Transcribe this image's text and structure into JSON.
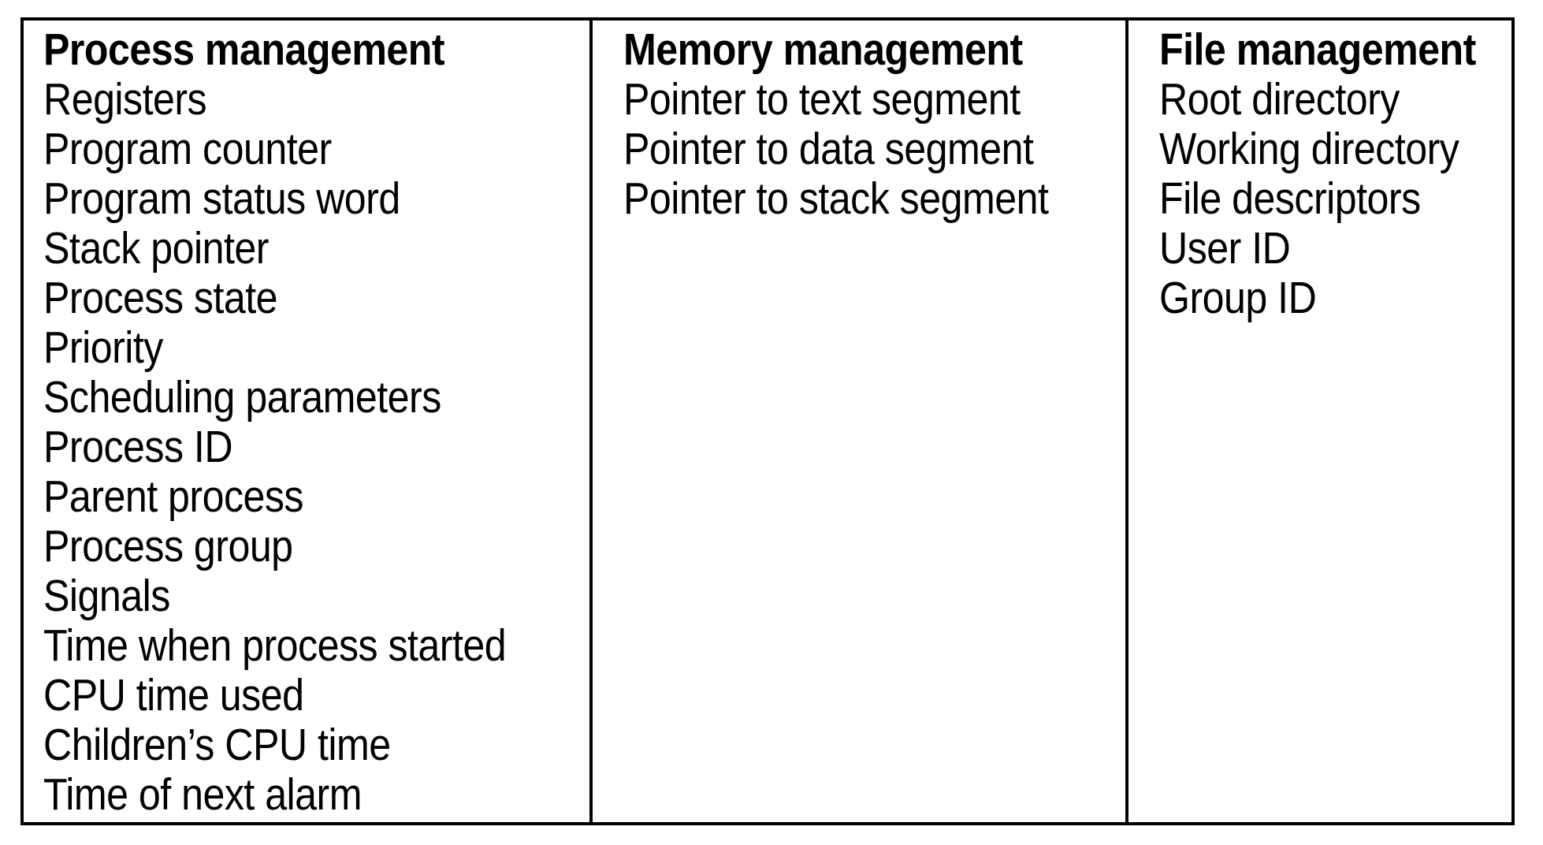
{
  "figure": {
    "type": "table",
    "border_color": "#000000",
    "background_color": "#ffffff",
    "text_color": "#000000"
  },
  "columns": [
    {
      "title": "Process management",
      "entries": [
        "Registers",
        "Program counter",
        "Program status word",
        "Stack pointer",
        "Process state",
        "Priority",
        "Scheduling parameters",
        "Process ID",
        "Parent process",
        "Process group",
        "Signals",
        "Time when process started",
        "CPU time used",
        "Children’s CPU time",
        "Time of next alarm"
      ]
    },
    {
      "title": "Memory management",
      "entries": [
        "Pointer to text segment",
        "Pointer to data segment",
        "Pointer to stack segment"
      ]
    },
    {
      "title": "File management",
      "entries": [
        "Root directory",
        "Working directory",
        "File descriptors",
        "User ID",
        "Group ID"
      ]
    }
  ]
}
